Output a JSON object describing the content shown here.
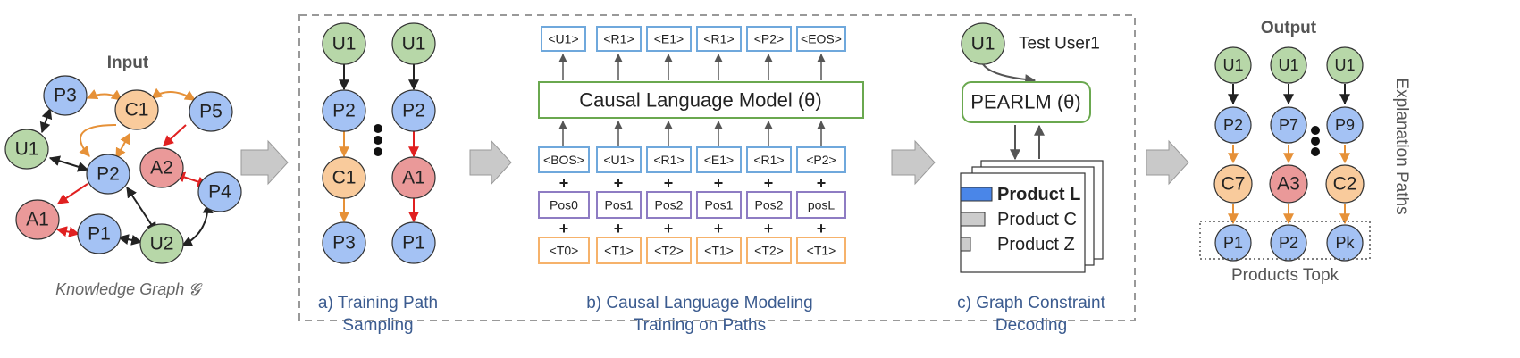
{
  "colors": {
    "user": "#b7d7a8",
    "product": "#a4c2f4",
    "entity": "#f9cb9c",
    "attribute": "#ea9999",
    "black_edge": "#222222",
    "orange_edge": "#e69138",
    "red_edge": "#e02020",
    "blue_box": "#6fa8dc",
    "purple_box": "#8e7cc3",
    "orange_box": "#f6b26b",
    "green_box": "#6aa84f",
    "caption_blue": "#3b5b8f"
  },
  "input": {
    "title": "Input",
    "caption": "Knowledge Graph 𝓖",
    "nodes": [
      "P3",
      "C1",
      "P5",
      "U1",
      "P2",
      "A2",
      "P4",
      "A1",
      "P1",
      "U2"
    ]
  },
  "sampling": {
    "path1": [
      "U1",
      "P2",
      "C1",
      "P3"
    ],
    "path2": [
      "U1",
      "P2",
      "A1",
      "P1"
    ],
    "caption_line1": "a) Training Path",
    "caption_line2": "Sampling"
  },
  "clm": {
    "output_tokens": [
      "<U1>",
      "<R1>",
      "<E1>",
      "<R1>",
      "<P2>",
      "<EOS>"
    ],
    "model_label": "Causal Language Model (θ)",
    "input_tokens": [
      "<BOS>",
      "<U1>",
      "<R1>",
      "<E1>",
      "<R1>",
      "<P2>"
    ],
    "pos_tokens": [
      "Pos0",
      "Pos1",
      "Pos2",
      "Pos1",
      "Pos2",
      "posL"
    ],
    "type_tokens": [
      "<T0>",
      "<T1>",
      "<T2>",
      "<T1>",
      "<T2>",
      "<T1>"
    ],
    "plus": "+",
    "caption_line1": "b) Causal Language Modeling",
    "caption_line2": "Training on Paths"
  },
  "decoding": {
    "user_node": "U1",
    "user_label": "Test User1",
    "model_label": "PEARLM (θ)",
    "products": [
      "Product L",
      "Product C",
      "Product Z"
    ],
    "caption_line1": "c) Graph Constraint",
    "caption_line2": "Decoding"
  },
  "output": {
    "title": "Output",
    "col1": [
      "U1",
      "P2",
      "C7",
      "P1"
    ],
    "col2": [
      "U1",
      "P7",
      "A3",
      "P2"
    ],
    "col3": [
      "U1",
      "P9",
      "C2",
      "Pk"
    ],
    "topk_label": "Products Topk",
    "side_label": "Explanation Paths"
  }
}
